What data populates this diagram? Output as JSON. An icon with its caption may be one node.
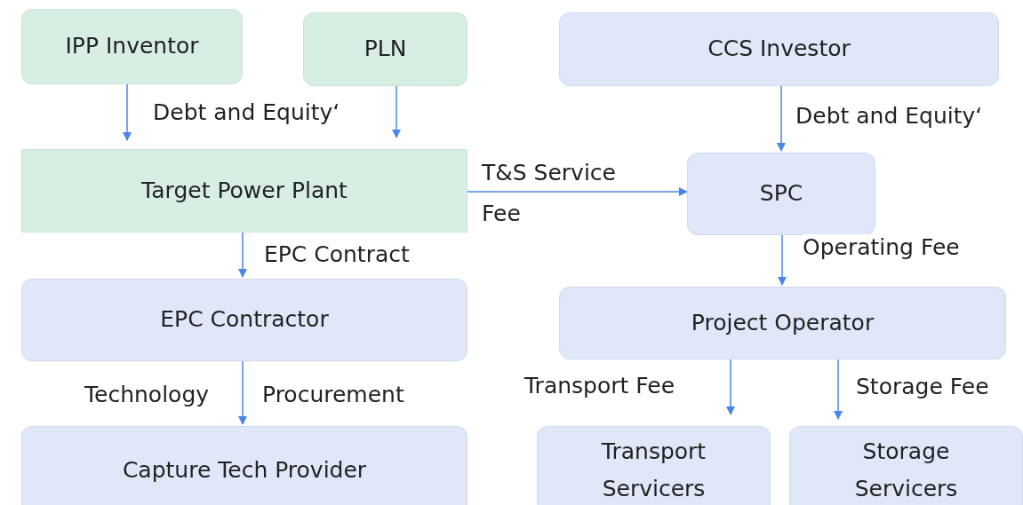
{
  "diagram": {
    "nodes": [
      {
        "text": [
          "IPP Inventor"
        ]
      },
      {
        "text": [
          "PLN"
        ]
      },
      {
        "text": [
          "CCS Investor"
        ]
      },
      {
        "text": [
          "Target Power Plant"
        ]
      },
      {
        "text": [
          "SPC"
        ]
      },
      {
        "text": [
          "EPC Contractor"
        ]
      },
      {
        "text": [
          "Project Operator"
        ]
      },
      {
        "text": [
          "Capture Tech Provider"
        ]
      },
      {
        "text": [
          "Transport Servicers"
        ]
      },
      {
        "text": [
          "Storage Servicers"
        ]
      }
    ],
    "edges": [
      {
        "from": 0,
        "to": 3,
        "arrow": "to",
        "label": "Debt and Equity‘"
      },
      {
        "from": 1,
        "to": 3,
        "arrow": "to"
      },
      {
        "from": 2,
        "to": 4,
        "arrow": "to",
        "label": "Debt and Equity‘"
      },
      {
        "from": 3,
        "to": 4,
        "arrow": "to",
        "label": "T&S Service Fee"
      },
      {
        "from": 3,
        "to": 5,
        "arrow": "to",
        "label": "EPC Contract"
      },
      {
        "from": 4,
        "to": 6,
        "arrow": "to",
        "label": "Operating Fee"
      },
      {
        "from": 5,
        "to": 7,
        "arrow": "to"
      },
      {
        "from": 6,
        "to": 8,
        "arrow": "to",
        "label": "Transport Fee"
      },
      {
        "from": 6,
        "to": 9,
        "arrow": "to",
        "label": "Storage Fee"
      }
    ],
    "labels": [
      "Technology",
      "Procurement"
    ]
  }
}
